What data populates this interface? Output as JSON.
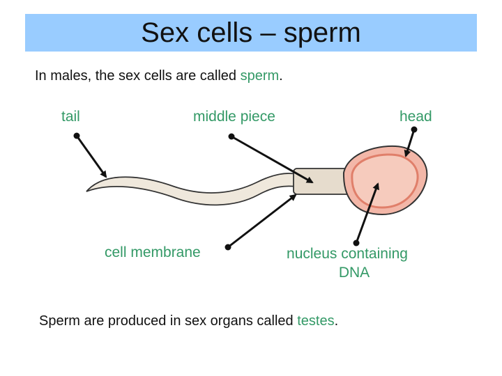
{
  "title": "Sex cells – sperm",
  "intro": {
    "before": "In males, the sex cells are called ",
    "keyword": "sperm",
    "after": "."
  },
  "labels": {
    "tail": "tail",
    "middle_piece": "middle piece",
    "head": "head",
    "cell_membrane": "cell membrane",
    "nucleus_line1": "nucleus containing",
    "nucleus_line2": "DNA"
  },
  "footer": {
    "before": "Sperm are produced in sex organs called ",
    "keyword": "testes",
    "after": "."
  },
  "colors": {
    "title_bg": "#99ccff",
    "label_green": "#339966",
    "head_fill": "#f3b7a8",
    "head_outline": "#e07f6a",
    "middle_fill": "#e6dccd",
    "tail_fill": "#efe8dc"
  }
}
